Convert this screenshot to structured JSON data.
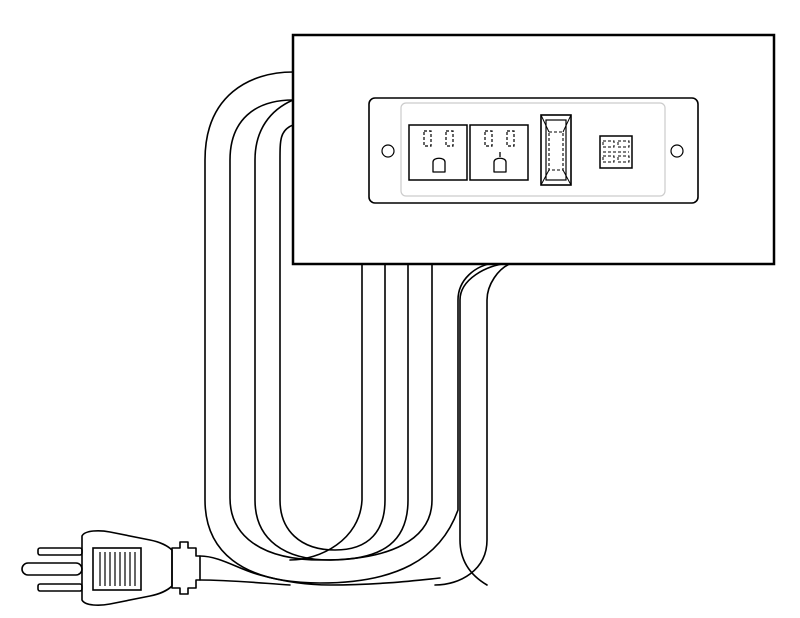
{
  "figure": {
    "subject": "",
    "colors": {
      "line": "#000000",
      "fill": "#ffffff",
      "panel_edge": "#cccccc"
    },
    "parts": {
      "housing": "rectangle-housing",
      "faceplate": "faceplate",
      "power_outlets": 2,
      "plug_prongs": 3
    },
    "icon_names": [
      "power-outlet-icon",
      "power-outlet-icon",
      "usb-port-icon",
      "data-jack-icon",
      "plug-icon"
    ]
  }
}
